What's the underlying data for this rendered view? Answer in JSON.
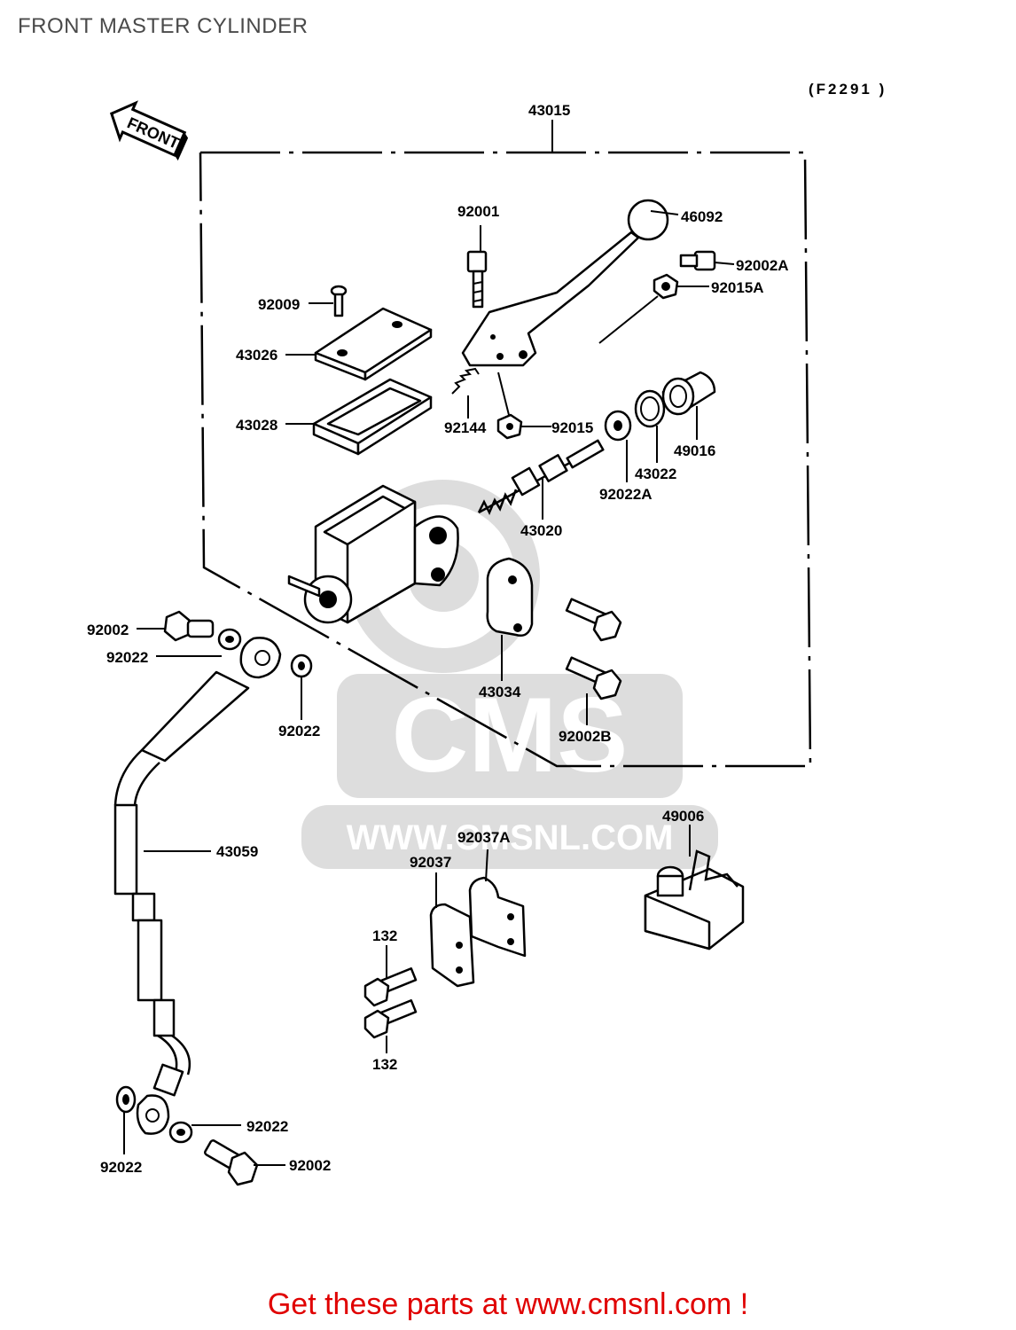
{
  "page_title": "FRONT MASTER CYLINDER",
  "figure_ref": "(F2291 )",
  "front_arrow_label": "FRONT",
  "watermark_text": "WWW.CMSNL.COM",
  "watermark_logo": "CMS",
  "footer_text": "Get these parts at www.cmsnl.com !",
  "parts": {
    "p43015": "43015",
    "p92001": "92001",
    "p46092": "46092",
    "p92002A": "92002A",
    "p92015A": "92015A",
    "p92009": "92009",
    "p43026": "43026",
    "p43028": "43028",
    "p92144": "92144",
    "p92015": "92015",
    "p49016": "49016",
    "p43022": "43022",
    "p92022A": "92022A",
    "p43020": "43020",
    "p43034": "43034",
    "p92002B": "92002B",
    "p92002_top": "92002",
    "p92022_top_a": "92022",
    "p92022_top_b": "92022",
    "p43059": "43059",
    "p49006": "49006",
    "p92037A": "92037A",
    "p92037": "92037",
    "p132_top": "132",
    "p132_bottom": "132",
    "p92022_bot_left": "92022",
    "p92022_bot_right": "92022",
    "p92002_bottom": "92002"
  }
}
